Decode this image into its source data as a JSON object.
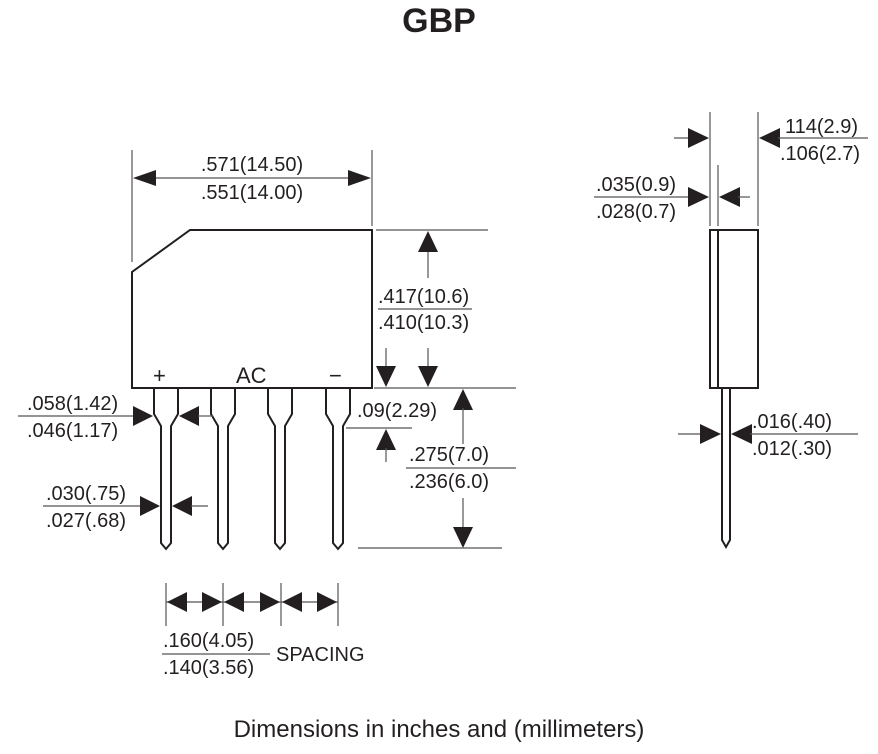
{
  "title": "GBP",
  "caption": "Dimensions in inches and (millimeters)",
  "pin_labels": {
    "plus": "+",
    "ac": "AC",
    "minus": "−"
  },
  "dimensions": {
    "body_width": {
      "max": ".571(14.50)",
      "min": ".551(14.00)"
    },
    "body_height": {
      "max": ".417(10.6)",
      "min": ".410(10.3)"
    },
    "lead_shoulder_width": {
      "max": ".058(1.42)",
      "min": ".046(1.17)"
    },
    "lead_width": {
      "max": ".030(.75)",
      "min": ".027(.68)"
    },
    "shoulder_length": {
      "value": ".09(2.29)"
    },
    "lead_length": {
      "max": ".275(7.0)",
      "min": ".236(6.0)"
    },
    "pin_spacing": {
      "max": ".160(4.05)",
      "min": ".140(3.56)",
      "label": "SPACING"
    },
    "body_thickness": {
      "max": "114(2.9)",
      "min": ".106(2.7)"
    },
    "step_thickness": {
      "max": ".035(0.9)",
      "min": ".028(0.7)"
    },
    "lead_thickness": {
      "max": ".016(.40)",
      "min": ".012(.30)"
    }
  }
}
